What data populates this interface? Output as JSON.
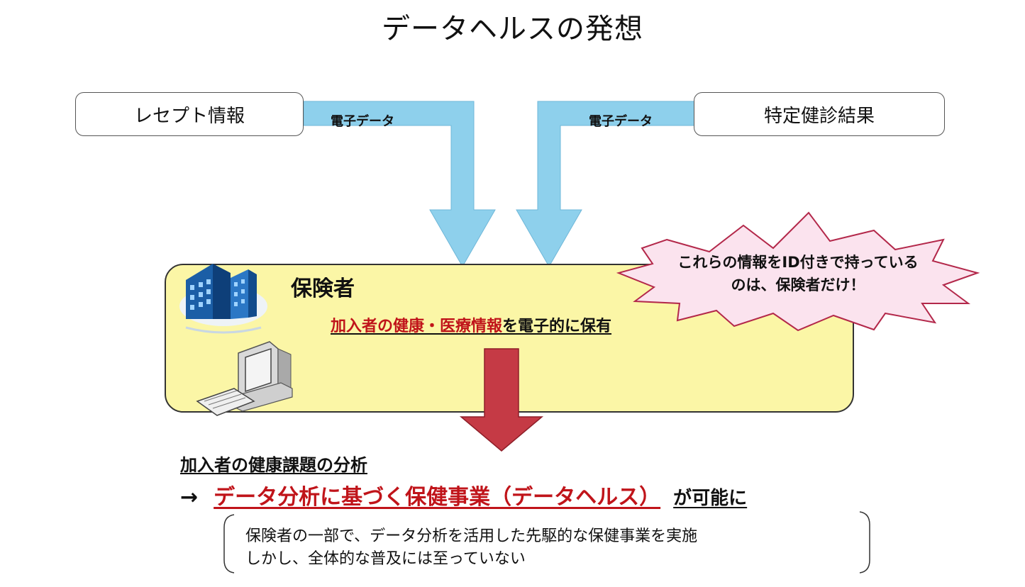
{
  "title": "データヘルスの発想",
  "sources": {
    "left_label": "レセプト情報",
    "right_label": "特定健診結果",
    "left_arrow_label": "電子データ",
    "right_arrow_label": "電子データ"
  },
  "insurer": {
    "label": "保険者",
    "holding_highlight": "加入者の健康・医療情報",
    "holding_rest": "を電子的に保有"
  },
  "callout": {
    "line1": "これらの情報をID付きで持っている",
    "line2": "のは、保険者だけ！"
  },
  "outcome": {
    "analysis": "加入者の健康課題の分析",
    "arrow": "→",
    "highlight": "データ分析に基づく保健事業（データヘルス）",
    "tail": "が可能に"
  },
  "note": {
    "line1": "保険者の一部で、データ分析を活用した先駆的な保健事業を実施",
    "line2": "しかし、全体的な普及には至っていない"
  },
  "colors": {
    "blue_arrow": "#8ed0ec",
    "red_arrow": "#c53a45",
    "insurer_fill": "#fbf6a6",
    "callout_fill": "#fbe3ee",
    "callout_stroke": "#b3284a",
    "highlight_text": "#c0141a"
  },
  "icons": [
    "office-building-icon",
    "computer-icon"
  ]
}
